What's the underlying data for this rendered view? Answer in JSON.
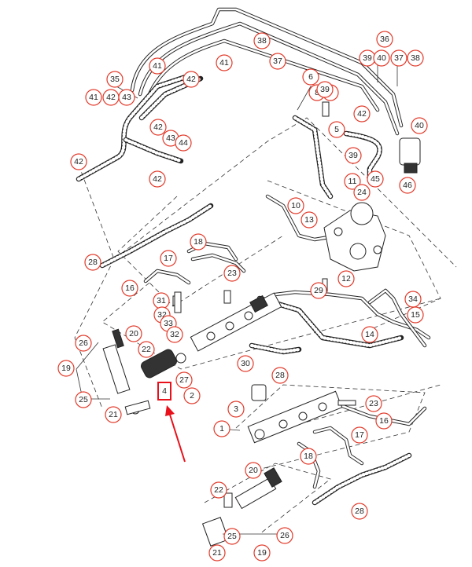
{
  "diagram": {
    "highlight": {
      "label": "4",
      "arrow_color": "#e8101a"
    },
    "accent_color": "#e23a2a",
    "callouts": [
      "38",
      "36",
      "39",
      "40",
      "37",
      "38",
      "41",
      "41",
      "42",
      "37",
      "35",
      "41",
      "42",
      "43",
      "6",
      "8",
      "7",
      "39",
      "42",
      "5",
      "40",
      "42",
      "43",
      "44",
      "39",
      "11",
      "45",
      "46",
      "42",
      "42",
      "24",
      "10",
      "13",
      "28",
      "18",
      "17",
      "23",
      "12",
      "16",
      "31",
      "32",
      "29",
      "34",
      "33",
      "32",
      "14",
      "15",
      "26",
      "20",
      "22",
      "19",
      "30",
      "28",
      "27",
      "2",
      "25",
      "21",
      "23",
      "3",
      "1",
      "16",
      "17",
      "18",
      "20",
      "22",
      "25",
      "21",
      "19",
      "26",
      "28"
    ]
  }
}
